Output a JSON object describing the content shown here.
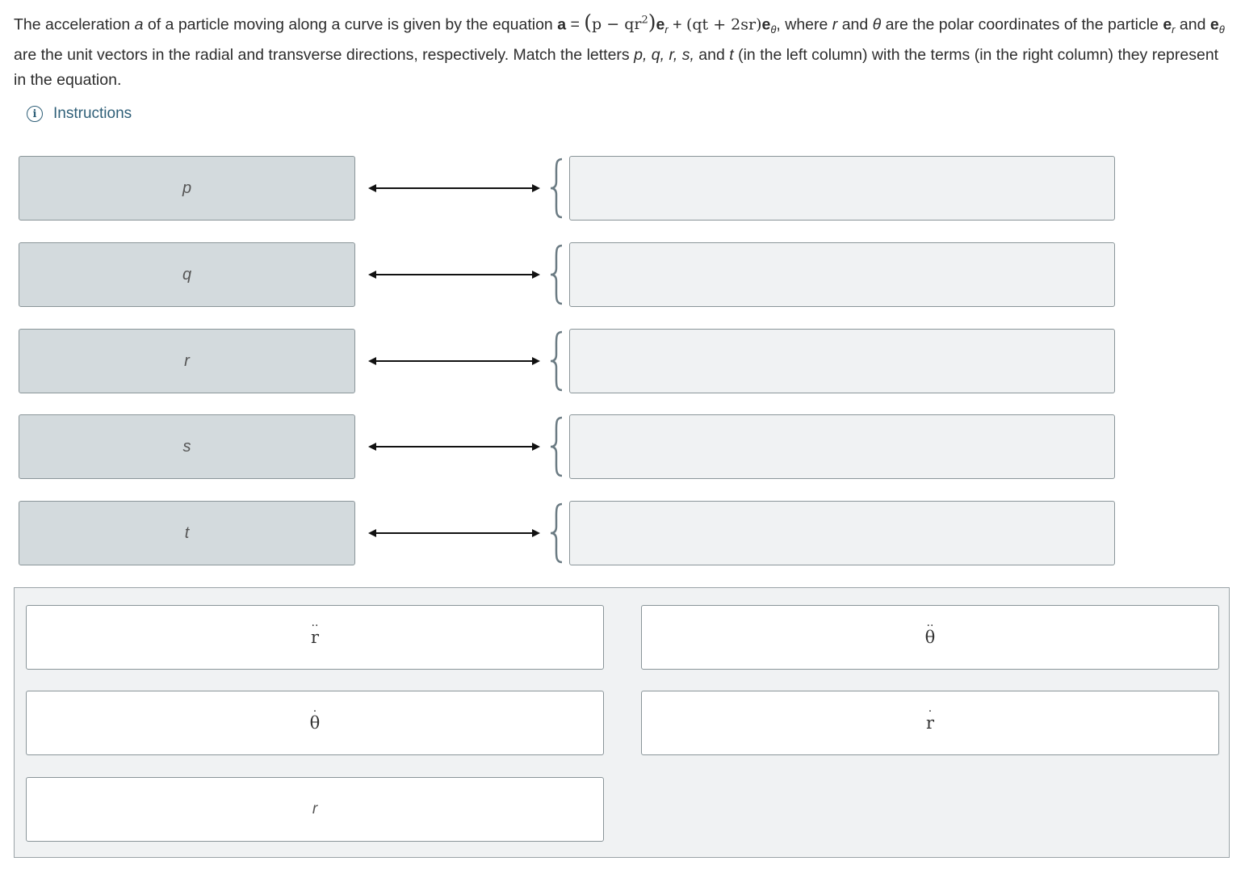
{
  "question": {
    "intro": "The acceleration ",
    "a_italic": "a",
    "of_particle": " of a particle moving along a curve is given by the equation ",
    "a_bold": "a",
    "equals": " = ",
    "paren_open": "(",
    "eq_p_q_r": "p − qr",
    "eq_sup": "2",
    "paren_close": ")",
    "e_bold_1": "e",
    "sub_r": "r",
    "plus": " + ",
    "eq_second": "(qt + 2sr)",
    "e_bold_2": "e",
    "sub_theta": "θ",
    "where": ", where ",
    "r_italic": "r",
    "and_1": " and ",
    "theta_italic": "θ",
    "polar_text": " are the polar coordinates of the particle ",
    "e_bold_3": "e",
    "sub_r2": "r",
    "and_2": " and ",
    "e_bold_4": "e",
    "sub_theta2": "θ",
    "unit_text": " are the unit vectors in the radial and transverse directions, respectively. Match the letters ",
    "letters": "p, q, r, s,",
    "and_3": " and ",
    "letter_t": "t",
    "tail": " (in the left column) with the terms (in the right column) they represent in the equation."
  },
  "instructions": {
    "label": "Instructions",
    "icon": "i"
  },
  "prompts": [
    {
      "label": "p"
    },
    {
      "label": "q"
    },
    {
      "label": "r"
    },
    {
      "label": "s"
    },
    {
      "label": "t"
    }
  ],
  "options": [
    {
      "base": "r",
      "dots": "··",
      "style": "math"
    },
    {
      "base": "θ",
      "dots": "··",
      "style": "math"
    },
    {
      "base": "θ",
      "dots": "·",
      "style": "math"
    },
    {
      "base": "r",
      "dots": "·",
      "style": "math"
    },
    {
      "base": "r",
      "dots": "",
      "style": "italic"
    }
  ],
  "colors": {
    "prompt_bg": "#d3dadd",
    "target_bg": "#f0f2f3",
    "accent": "#2f5f78",
    "brace": "#6b7b83"
  }
}
